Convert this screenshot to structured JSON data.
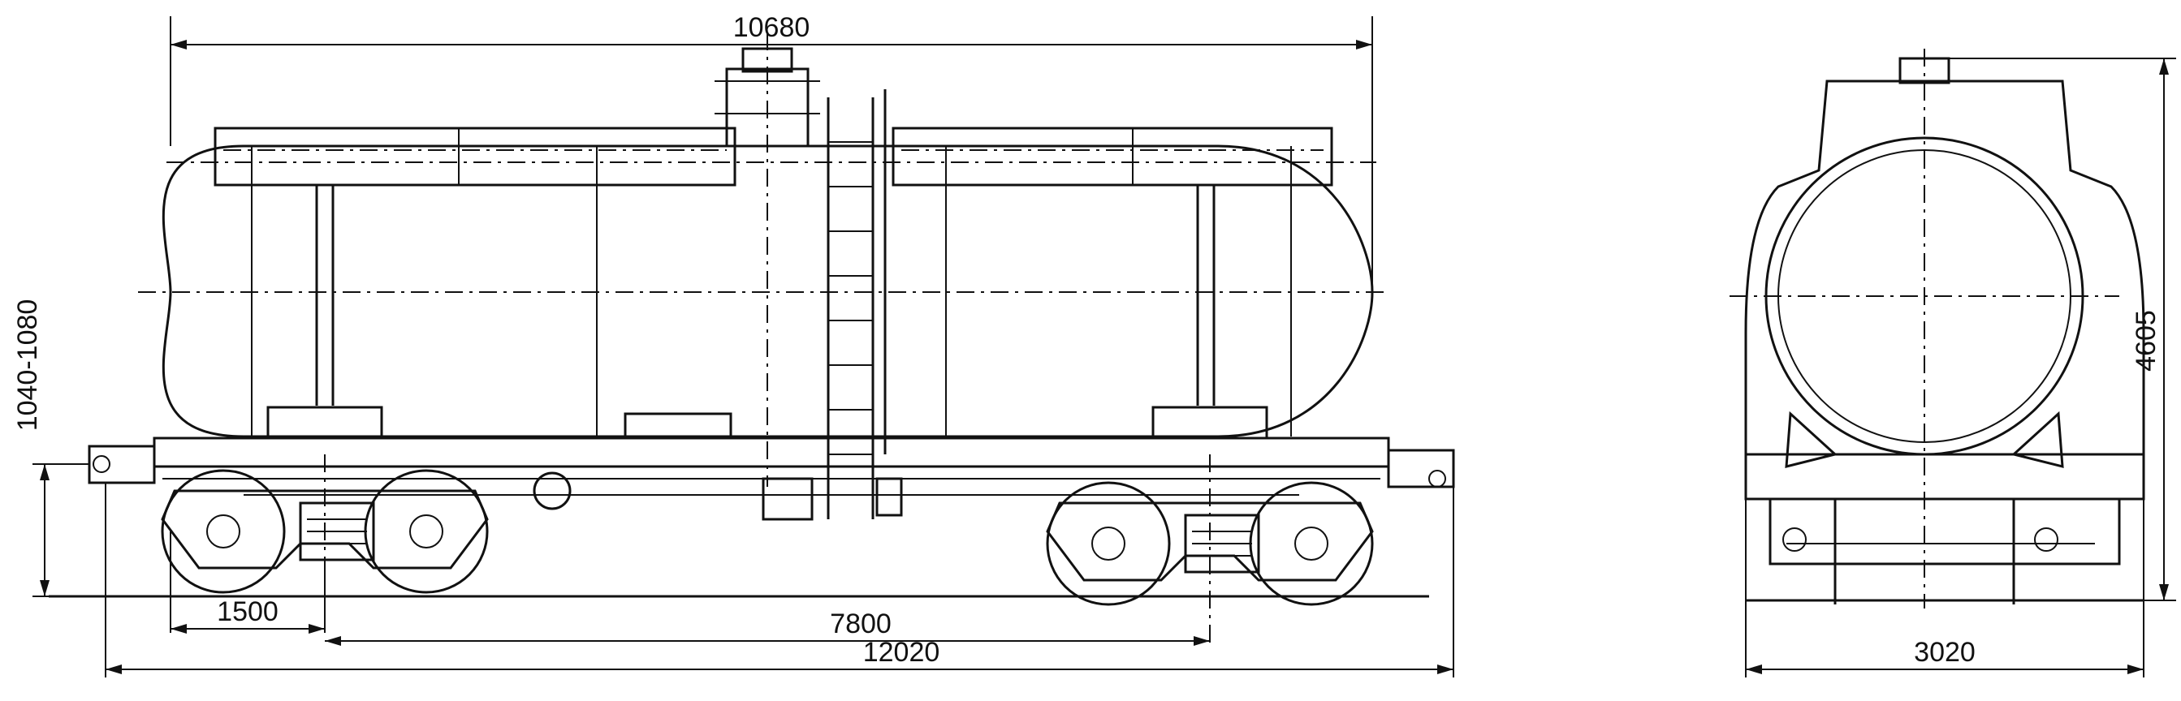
{
  "dimensions": {
    "tank_length": "10680",
    "coupler_height": "1040-1080",
    "bogie_wheelbase": "1500",
    "bogie_centers": "7800",
    "length_over_couplers": "12020",
    "overall_height": "4605",
    "overall_width": "3020"
  }
}
